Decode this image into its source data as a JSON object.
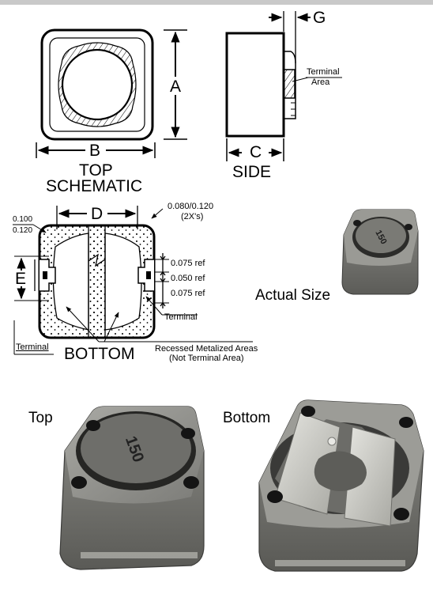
{
  "drawing": {
    "top_view": {
      "dim_a": "A",
      "dim_b": "B",
      "caption_line1": "TOP",
      "caption_line2": "SCHEMATIC"
    },
    "side_view": {
      "dim_g": "G",
      "dim_c": "C",
      "caption": "SIDE",
      "terminal_area_line1": "Terminal",
      "terminal_area_line2": "Area"
    },
    "bottom_view": {
      "dim_d": "D",
      "dim_e": "E",
      "tolerance_top": "0.100",
      "tolerance_bottom": "0.120",
      "note_2x_line1": "0.080/0.120",
      "note_2x_line2": "(2X's)",
      "ref_upper": "0.075 ref",
      "ref_middle": "0.050 ref",
      "ref_lower": "0.075 ref",
      "terminal_right": "Terminal",
      "terminal_left": "Terminal",
      "caption": "BOTTOM",
      "recessed_line1": "Recessed Metalized Areas",
      "recessed_line2": "(Not Terminal Area)"
    }
  },
  "photos": {
    "actual_size_label": "Actual Size",
    "marking": "150",
    "top_label": "Top",
    "bottom_label": "Bottom"
  }
}
